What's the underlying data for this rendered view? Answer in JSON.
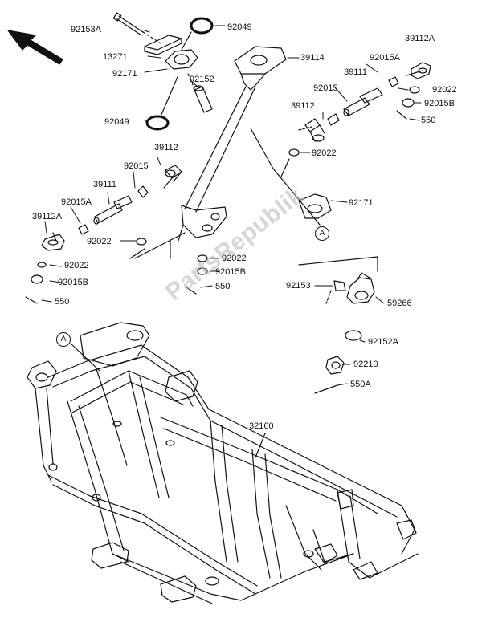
{
  "watermark": "PartsRepublik",
  "callouts": {
    "A": "A"
  },
  "labels": {
    "p92153A": "92153A",
    "p92049_top": "92049",
    "p13271": "13271",
    "p92171_top": "92171",
    "p92152": "92152",
    "p92049_mid": "92049",
    "p39114": "39114",
    "p39112A_right": "39112A",
    "p92015A_right": "92015A",
    "p39111_right": "39111",
    "p92015_right": "92015",
    "p92022_right1": "92022",
    "p92015B_right": "92015B",
    "p39112_right": "39112",
    "p550_right": "550",
    "p92022_right2": "92022",
    "p92171_right": "92171",
    "p39112_left": "39112",
    "p92015_left": "92015",
    "p39111_left": "39111",
    "p92015A_left": "92015A",
    "p39112A_left": "39112A",
    "p92022_leftmid": "92022",
    "p92022_left": "92022",
    "p92015B_left": "92015B",
    "p550_left": "550",
    "p92022_center": "92022",
    "p92015B_center": "92015B",
    "p550_center": "550",
    "p92153": "92153",
    "p59266": "59266",
    "p92152A": "92152A",
    "p92210": "92210",
    "p550A": "550A",
    "p32160": "32160"
  },
  "colors": {
    "ink": "#111111",
    "watermark": "#b4b4b4"
  }
}
